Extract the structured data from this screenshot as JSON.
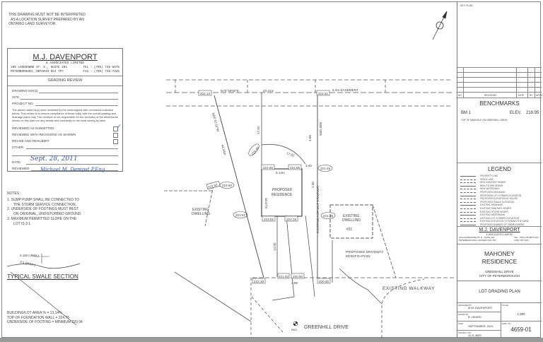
{
  "disclaimer": [
    "THIS DRAWING MUST NOT BE INTERPRETED",
    "AS A LOCATION SURVEY PREPARED BY AN",
    "ONTARIO LAND SURVEYOR."
  ],
  "review_form": {
    "firm": "M.J. DAVENPORT",
    "firm_sub": "& ASSOCIATES LIMITED",
    "address": [
      "169 LANSDOWNE ST. E., SUITE 101",
      "PETERBOROUGH, ONTARIO K9J 7P7"
    ],
    "phone": [
      "TEL : (705) 745-6876",
      "FAX : (705) 745-7325"
    ],
    "title": "GRADING REVIEW",
    "fields": [
      "DRAWING NO(S)",
      "SITE",
      "PROJECT NO."
    ],
    "statement": "The above noted lot(s) were reviewed by the undersigned with comments indicated below. This review is to ensure compliance of these lot(s) with the overall grading and drainage plans only. The reviewer is not responsible for the accuracy of the dimensions shown on this plan nor any details and conformity to the local zoning by-laws.",
    "options": [
      {
        "label": "REVIEWED AS SUBMITTED",
        "checked": true
      },
      {
        "label": "REVIEWED WITH REVISIONS AS SHOWN",
        "checked": false
      },
      {
        "label": "REVISE AND RESUBMIT",
        "checked": false
      }
    ],
    "other_label": "OTHER",
    "date_label": "DATE",
    "date_value": "Sept. 28, 2011",
    "reviewer_label": "REVIEWER",
    "reviewer_value": "Michael M. Dempst P.Eng"
  },
  "notes": {
    "title": "NOTES :",
    "items": [
      "1. SUMP PUMP SHALL BE CONNECTED TO",
      "THE STORM SERVICE CONNECTION.",
      "2. UNDERSIDE OF FOOTINGS MUST REST",
      "ON ORIGINAL, UNDISTURBED GROUND.",
      "3. MAXIMUM PERMITTED SLOPE ON THE",
      "LOT IS 3:1."
    ]
  },
  "swale": {
    "depth": "0.15m (MIN.)",
    "slope": "3:1 (MAX.)",
    "title": "TYPICAL SWALE SECTION"
  },
  "stats": [
    "BUILDING/LOT AREA % = 13.14%",
    "TOP OF FOUNDATION WALL = 224.75",
    "UNDERSIDE OF FOOTING = MINIMUM 220.94"
  ],
  "site": {
    "corner_elevs": [
      "222.14",
      "222.51",
      "224.66",
      "222.85",
      "223.82",
      "222.16",
      "222.10",
      "220.90",
      "220.60",
      "221.82",
      "222.92"
    ],
    "oval_elevs": [
      "224.40",
      "221.45",
      "224.60",
      "223.67",
      "221.35"
    ],
    "bearing_top": "N70°48'50\"E",
    "dist_top": "23.31m",
    "easement": "6.0m EASEMENT",
    "bearing_left": "N04°41'10\"W",
    "len_left": "44.44m",
    "bearing_right": "N85°00'E",
    "dims": [
      "17.92",
      "17.62",
      "3.40",
      "9.14m",
      "10.67m",
      "14.00",
      "4.88",
      "2.00",
      "4.88"
    ],
    "residence": [
      "PROPOSED",
      "RESIDENCE"
    ],
    "existing_left": [
      "EXISTING",
      "DWELLING"
    ],
    "existing_right": [
      "EXISTING",
      "DWELLING",
      "#31"
    ],
    "driveway": [
      "PROPOSED DRIVEWAY",
      "MODIFICATION"
    ],
    "existing_driveway": "EXISTING ASPHALT DRIVEWAY",
    "walkway": "EXISTING WALKWAY",
    "street": "GREENHILL DRIVE",
    "benchmark": "BM1"
  },
  "title_block": {
    "key_plan": "KEY PLAN",
    "rev_headers": [
      "NO.",
      "REVISIONS",
      "DATE",
      "BY",
      "APP'D"
    ],
    "benchmarks_title": "BENCHMARKS",
    "bm_name": "BM 1",
    "bm_elev_label": "ELEV.",
    "bm_elev": "219.95",
    "bm_desc": "TOP OF MANHOLE ON GREENHILL DRIVE",
    "legend_title": "LEGEND",
    "legend": [
      "PROPERTY LINE",
      "FENCE LINE",
      "NEW SANITARY SEWER",
      "NEW STORM SEWER",
      "NEW WATERMAIN",
      "PROPOSED DRAINAGE",
      "PROPOSED LOT CORNER ELEVATION",
      "PROPOSED ELEVATION AT HOUSE",
      "PROPOSED SWALE ELEVATION",
      "EXISTING DRAINAGE",
      "EXISTING SANITARY SEWER",
      "EXISTING STORM SEWER",
      "EXISTING WATERMAIN",
      "EXISTING LOT CORNER ELEVATION",
      "EXISTING ELEVATION TO REMAIN THE SAME",
      "PROPOSED NUMBER OF 200mm RISERS"
    ],
    "firm": "M.J. DAVENPORT",
    "firm_sub": "& ASSOCIATES LIMITED",
    "address": "169 LANSDOWNE ST. E., SUITE 101 PETERBOROUGH, ONTARIO K9J 7P7",
    "phone": "TEL : (705) 745-6876 FAX : (705) 745-7325",
    "project": [
      "MAHONEY",
      "RESIDENCE"
    ],
    "location": [
      "GREENHILL DRIVE",
      "CITY OF PETERBOROUGH"
    ],
    "sheet_title": "LOT GRADING PLAN",
    "designed_label": "DESIGNED BY",
    "designed": "M.M. DAVENPORT",
    "drawn_label": "DRAWN BY",
    "drawn": "B. HEARD",
    "date_label": "DATE",
    "date": "SEPTEMBER, 2011",
    "project_label": "PROJECT NO.",
    "project_no": "11-D-4659",
    "scale_label": "SCALE",
    "scale": "1:300",
    "dwg_label": "DWG. NO.",
    "dwg": "4659-01"
  }
}
